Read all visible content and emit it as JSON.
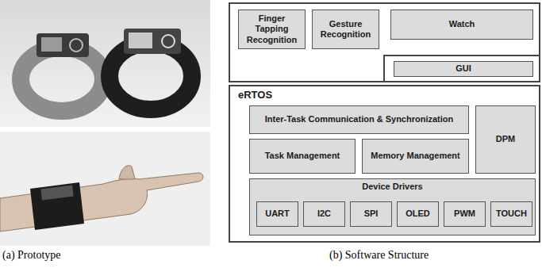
{
  "diagram": {
    "nodes": [
      {
        "text": [
          "Finger Tapping Recognition"
        ]
      },
      {
        "text": [
          "Gesture Recognition"
        ]
      },
      {
        "text": [
          "Watch"
        ]
      },
      {
        "text": [
          "GUI"
        ]
      },
      {
        "text": [
          "eRTOS"
        ]
      },
      {
        "text": [
          "Inter-Task Communication & Synchronization"
        ],
        "in": 4
      },
      {
        "text": [
          "DPM"
        ],
        "in": 4
      },
      {
        "text": [
          "Task Management"
        ],
        "in": 4
      },
      {
        "text": [
          "Memory Management"
        ],
        "in": 4
      },
      {
        "text": [
          "Device Drivers"
        ],
        "in": 4
      },
      {
        "text": [
          "UART"
        ],
        "in": 9
      },
      {
        "text": [
          "I2C"
        ],
        "in": 9
      },
      {
        "text": [
          "SPI"
        ],
        "in": 9
      },
      {
        "text": [
          "OLED"
        ],
        "in": 9
      },
      {
        "text": [
          "PWM"
        ],
        "in": 9
      },
      {
        "text": [
          "TOUCH"
        ],
        "in": 9
      }
    ],
    "labels": [
      "(a) Prototype",
      "(b) Software Structure"
    ]
  }
}
